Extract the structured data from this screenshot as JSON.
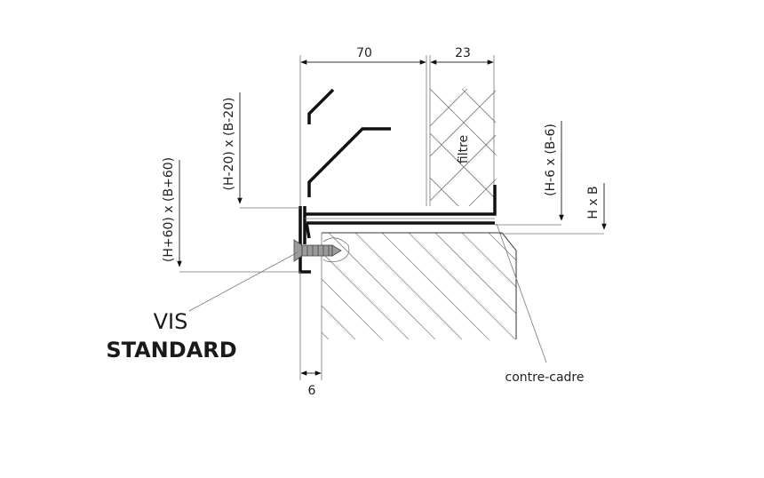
{
  "dimensions": {
    "top_width": "70",
    "top_filter": "23",
    "bottom_offset": "6"
  },
  "vertical_labels": {
    "outer": "(H+60) x (B+60)",
    "inner": "(H-20) x (B-20)",
    "filter_side": "(H-6 x (B-6)",
    "opening": "H x B"
  },
  "labels": {
    "filter": "filtre",
    "screw_line1": "VIS",
    "screw_line2": "STANDARD",
    "frame": "contre-cadre"
  },
  "colors": {
    "profile": "#111111",
    "hatch": "#8a8a8a",
    "screw": "#9a9a9a"
  }
}
